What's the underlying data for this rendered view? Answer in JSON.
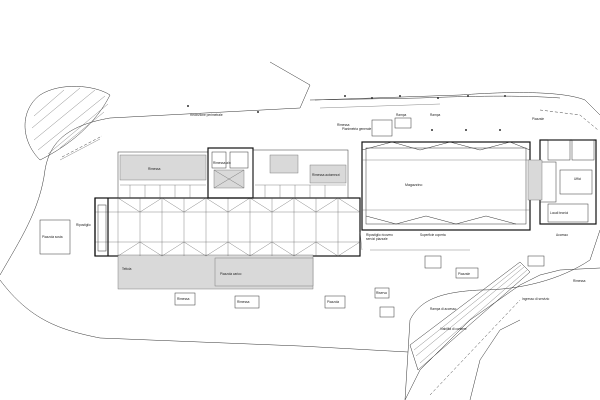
{
  "drawing": {
    "labels": {
      "buildings_note": "Planimetria generale",
      "left_room": "Piazzola sosta",
      "left_rooms": "Ripostiglio",
      "covered_area": "Rimessa",
      "covered_area_b": "Tettoia",
      "center_top_room": "Rimessa a/n",
      "room_gray_1": "Rimessa automezzi",
      "room_gray_2": "Piazzola carico",
      "box_a": "Rimessa",
      "box_b": "Rampa",
      "box_c": "Rampa",
      "office_a": "Piazzale",
      "office_b": "Uffici",
      "office_c": "Locali tecnici",
      "warehouse_title": "Magazzino",
      "warehouse_sub": "Ripostiglio ricovero",
      "warehouse_sub2": "servizi piazzale",
      "warehouse_sub3": "Superficie coperta",
      "ramp_note": "Rampa di accesso",
      "road_note": "Viabilità di cantiere",
      "east_note": "Piazzale",
      "east_note2": "Accesso",
      "east_note3": "Ingresso di servizio",
      "bottom_a": "Rimessa",
      "bottom_b": "Rimessa",
      "bottom_c": "Piazzola",
      "bottom_d": "Riserva",
      "far_right": "Rimessa",
      "fence_note": "Recinzione perimetrale"
    }
  }
}
